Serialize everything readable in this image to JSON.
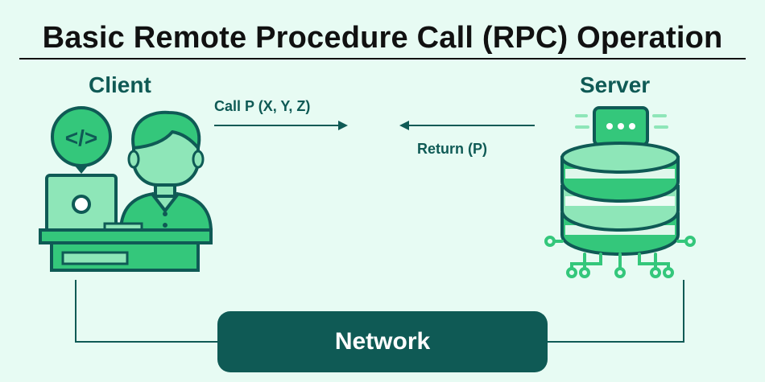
{
  "title": "Basic Remote Procedure Call (RPC) Operation",
  "client": {
    "label": "Client",
    "code_icon_text": "</>"
  },
  "server": {
    "label": "Server"
  },
  "messages": {
    "call": "Call P (X, Y, Z)",
    "return": "Return (P)"
  },
  "network": {
    "label": "Network"
  },
  "colors": {
    "background": "#E7FBF3",
    "dark_teal": "#0F5A55",
    "green": "#34C77B",
    "light_green": "#8EE6B8",
    "title": "#111111"
  }
}
